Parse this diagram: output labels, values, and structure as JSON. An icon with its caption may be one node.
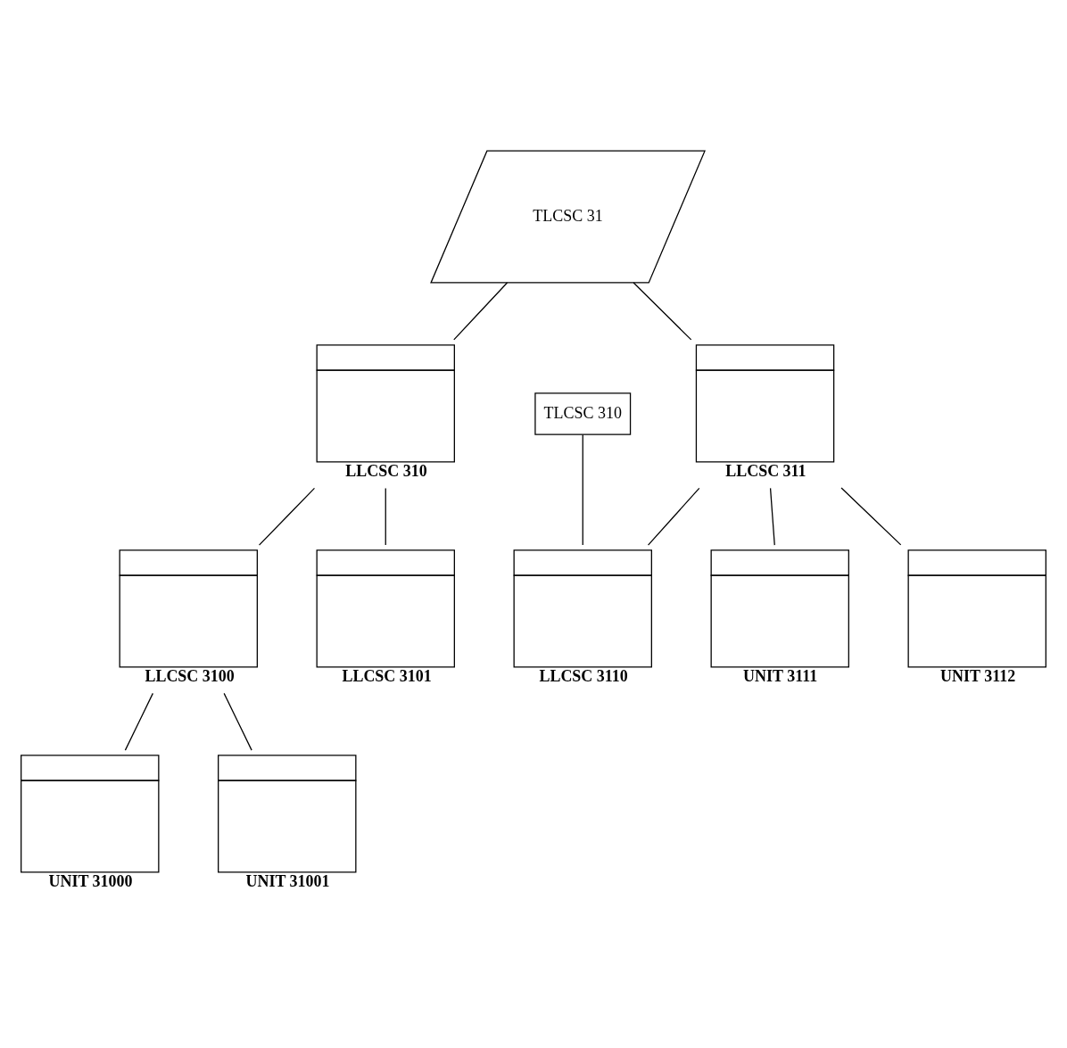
{
  "diagram": {
    "nodes": [
      {
        "text": [
          "TLCSC 31"
        ]
      },
      {
        "text": [
          "LLCSC 310"
        ]
      },
      {
        "text": [
          "LLCSC 311"
        ]
      },
      {
        "text": [
          "TLCSC 310"
        ]
      },
      {
        "text": [
          "LLCSC 3100"
        ]
      },
      {
        "text": [
          "LLCSC 3101"
        ]
      },
      {
        "text": [
          "LLCSC 3110"
        ]
      },
      {
        "text": [
          "UNIT 3111"
        ]
      },
      {
        "text": [
          "UNIT 3112"
        ]
      },
      {
        "text": [
          "UNIT 31000"
        ]
      },
      {
        "text": [
          "UNIT 31001"
        ]
      }
    ],
    "edges": [
      {
        "from": 0,
        "to": 1,
        "arrow": "none"
      },
      {
        "from": 0,
        "to": 2,
        "arrow": "none"
      },
      {
        "from": 1,
        "to": 4,
        "arrow": "none"
      },
      {
        "from": 1,
        "to": 5,
        "arrow": "none"
      },
      {
        "from": 2,
        "to": 6,
        "arrow": "none"
      },
      {
        "from": 2,
        "to": 7,
        "arrow": "none"
      },
      {
        "from": 2,
        "to": 8,
        "arrow": "none"
      },
      {
        "from": 3,
        "to": 6,
        "arrow": "none"
      },
      {
        "from": 4,
        "to": 9,
        "arrow": "none"
      },
      {
        "from": 4,
        "to": 10,
        "arrow": "none"
      }
    ]
  }
}
